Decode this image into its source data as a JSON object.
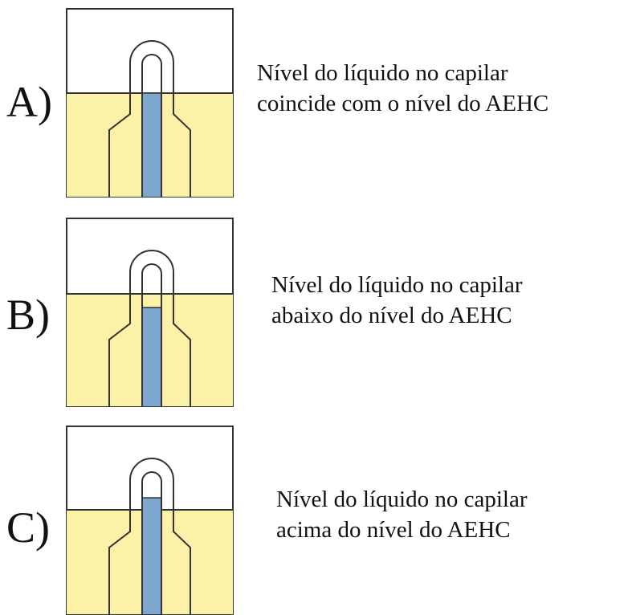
{
  "colors": {
    "liquid_bath": "#fbf1a7",
    "capillary_liquid": "#7ea7cf",
    "outline": "#333333",
    "background": "#ffffff"
  },
  "panels": [
    {
      "label": "A)",
      "line1": "Nível do líquido no capilar",
      "line2": "coincide com o nível do AEHC",
      "capillary_vs_bath": "equal"
    },
    {
      "label": "B)",
      "line1": "Nível do líquido no capilar",
      "line2": "abaixo do nível do AEHC",
      "capillary_vs_bath": "below"
    },
    {
      "label": "C)",
      "line1": "Nível do líquido no capilar",
      "line2": "acima do nível do AEHC",
      "capillary_vs_bath": "above"
    }
  ]
}
